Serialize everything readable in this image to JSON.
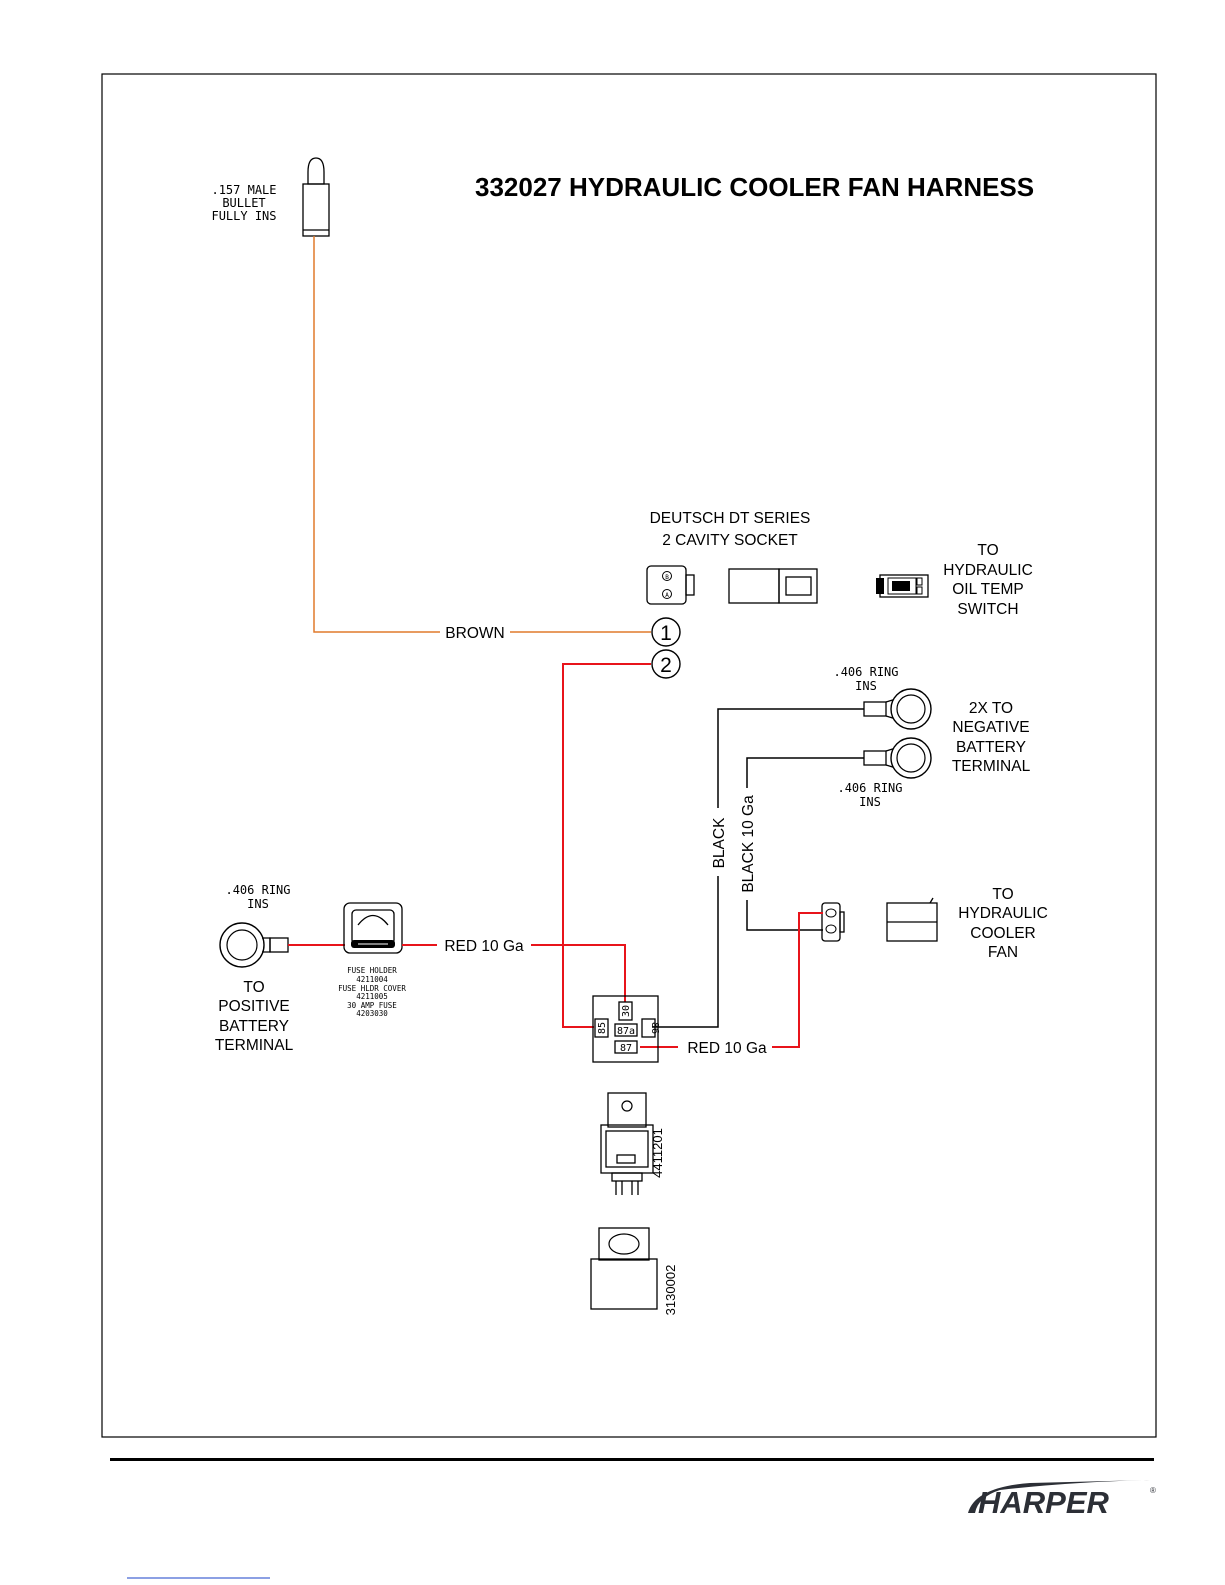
{
  "title": "332027 HYDRAULIC COOLER FAN HARNESS",
  "bullet": {
    "lines": [
      ".157 MALE",
      "BULLET",
      "FULLY INS"
    ]
  },
  "deutsch": {
    "lines": [
      "DEUTSCH DT SERIES",
      "2 CAVITY SOCKET"
    ]
  },
  "oil_temp_switch": {
    "lines": [
      "TO",
      "HYDRAULIC",
      "OIL TEMP",
      "SWITCH"
    ]
  },
  "pins": {
    "pin1": "1",
    "pin2": "2",
    "socket_a": "B",
    "socket_b": "A"
  },
  "wires": {
    "brown": "BROWN",
    "red_fuse": "RED 10 Ga",
    "red_fan": "RED 10 Ga",
    "black": "BLACK",
    "black_10": "BLACK 10 Ga"
  },
  "ring_top": {
    "lines": [
      ".406 RING",
      "INS"
    ]
  },
  "ring_bottom": {
    "lines": [
      ".406 RING",
      "INS"
    ]
  },
  "ring_positive": {
    "lines": [
      ".406 RING",
      "INS"
    ]
  },
  "negative_terminal": {
    "lines": [
      "2X TO",
      "NEGATIVE",
      "BATTERY",
      "TERMINAL"
    ]
  },
  "positive_terminal": {
    "lines": [
      "TO",
      "POSITIVE",
      "BATTERY",
      "TERMINAL"
    ]
  },
  "cooler_fan": {
    "lines": [
      "TO",
      "HYDRAULIC",
      "COOLER",
      "FAN"
    ]
  },
  "fuse_holder": {
    "lines": [
      "FUSE HOLDER",
      "4211004",
      "FUSE HLDR COVER",
      "4211005",
      "30 AMP FUSE",
      "4203030"
    ]
  },
  "relay_pins": {
    "p30": "30",
    "p85": "85",
    "p87a": "87a",
    "p86": "86",
    "p87": "87"
  },
  "relay_part": "4411201",
  "socket_part": "3130002",
  "logo": "HARPER",
  "logo_mark": "®",
  "colors": {
    "red": "#e8141b",
    "brown": "#e07a2c",
    "black": "#000000"
  }
}
